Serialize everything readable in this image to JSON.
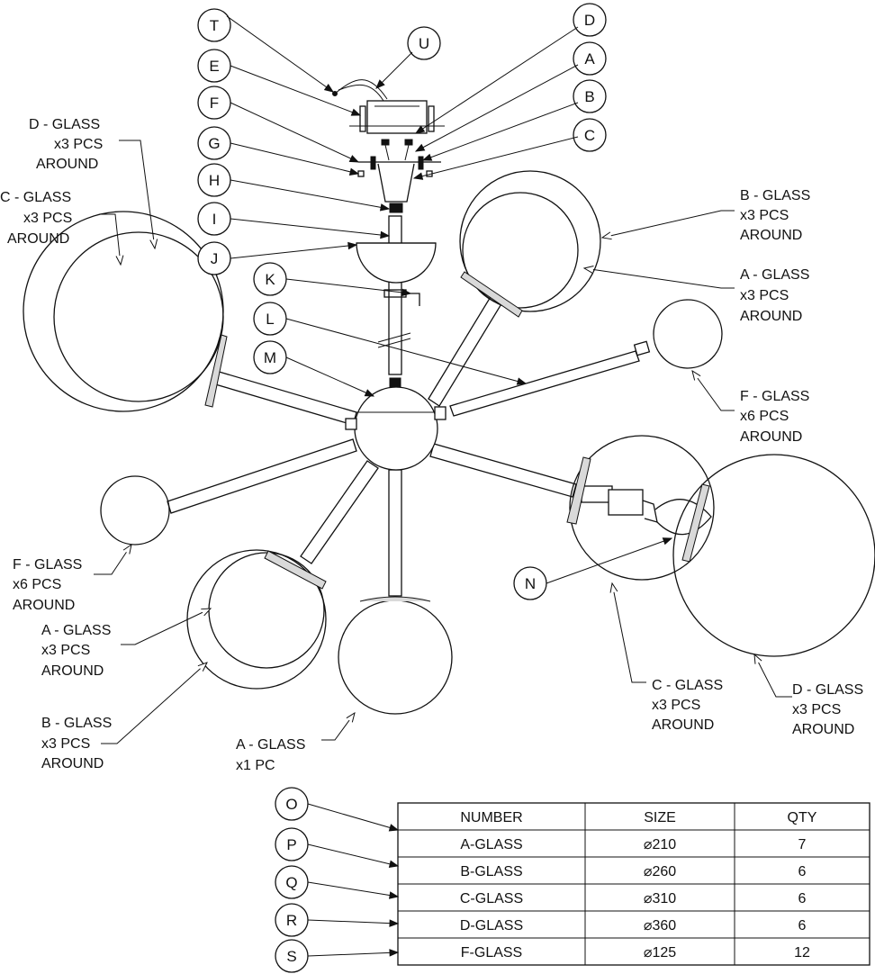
{
  "part_labels": {
    "T": "T",
    "U": "U",
    "E": "E",
    "F": "F",
    "G": "G",
    "H": "H",
    "I": "I",
    "J": "J",
    "K": "K",
    "L": "L",
    "M": "M",
    "N": "N",
    "D": "D",
    "A": "A",
    "B": "B",
    "C": "C",
    "O": "O",
    "P": "P",
    "Q": "Q",
    "R": "R",
    "S": "S"
  },
  "callouts": {
    "d_left": [
      "D - GLASS",
      "x3 PCS",
      "AROUND"
    ],
    "c_left": [
      "C - GLASS",
      "x3 PCS",
      "AROUND"
    ],
    "b_right": [
      "B - GLASS",
      "x3 PCS",
      "AROUND"
    ],
    "a_right": [
      "A - GLASS",
      "x3 PCS",
      "AROUND"
    ],
    "f_right": [
      "F - GLASS",
      "x6 PCS",
      "AROUND"
    ],
    "f_left": [
      "F - GLASS",
      "x6 PCS",
      "AROUND"
    ],
    "a_left": [
      "A - GLASS",
      "x3 PCS",
      "AROUND"
    ],
    "b_left": [
      "B - GLASS",
      "x3 PCS",
      "AROUND"
    ],
    "a_bottom": [
      "A - GLASS",
      "x1 PC"
    ],
    "c_right": [
      "C - GLASS",
      "x3 PCS",
      "AROUND"
    ],
    "d_right": [
      "D - GLASS",
      "x3 PCS",
      "AROUND"
    ]
  },
  "table": {
    "headers": [
      "NUMBER",
      "SIZE",
      "QTY"
    ],
    "rows": [
      [
        "A-GLASS",
        "⌀210",
        "7"
      ],
      [
        "B-GLASS",
        "⌀260",
        "6"
      ],
      [
        "C-GLASS",
        "⌀310",
        "6"
      ],
      [
        "D-GLASS",
        "⌀360",
        "6"
      ],
      [
        "F-GLASS",
        "⌀125",
        "12"
      ]
    ]
  }
}
